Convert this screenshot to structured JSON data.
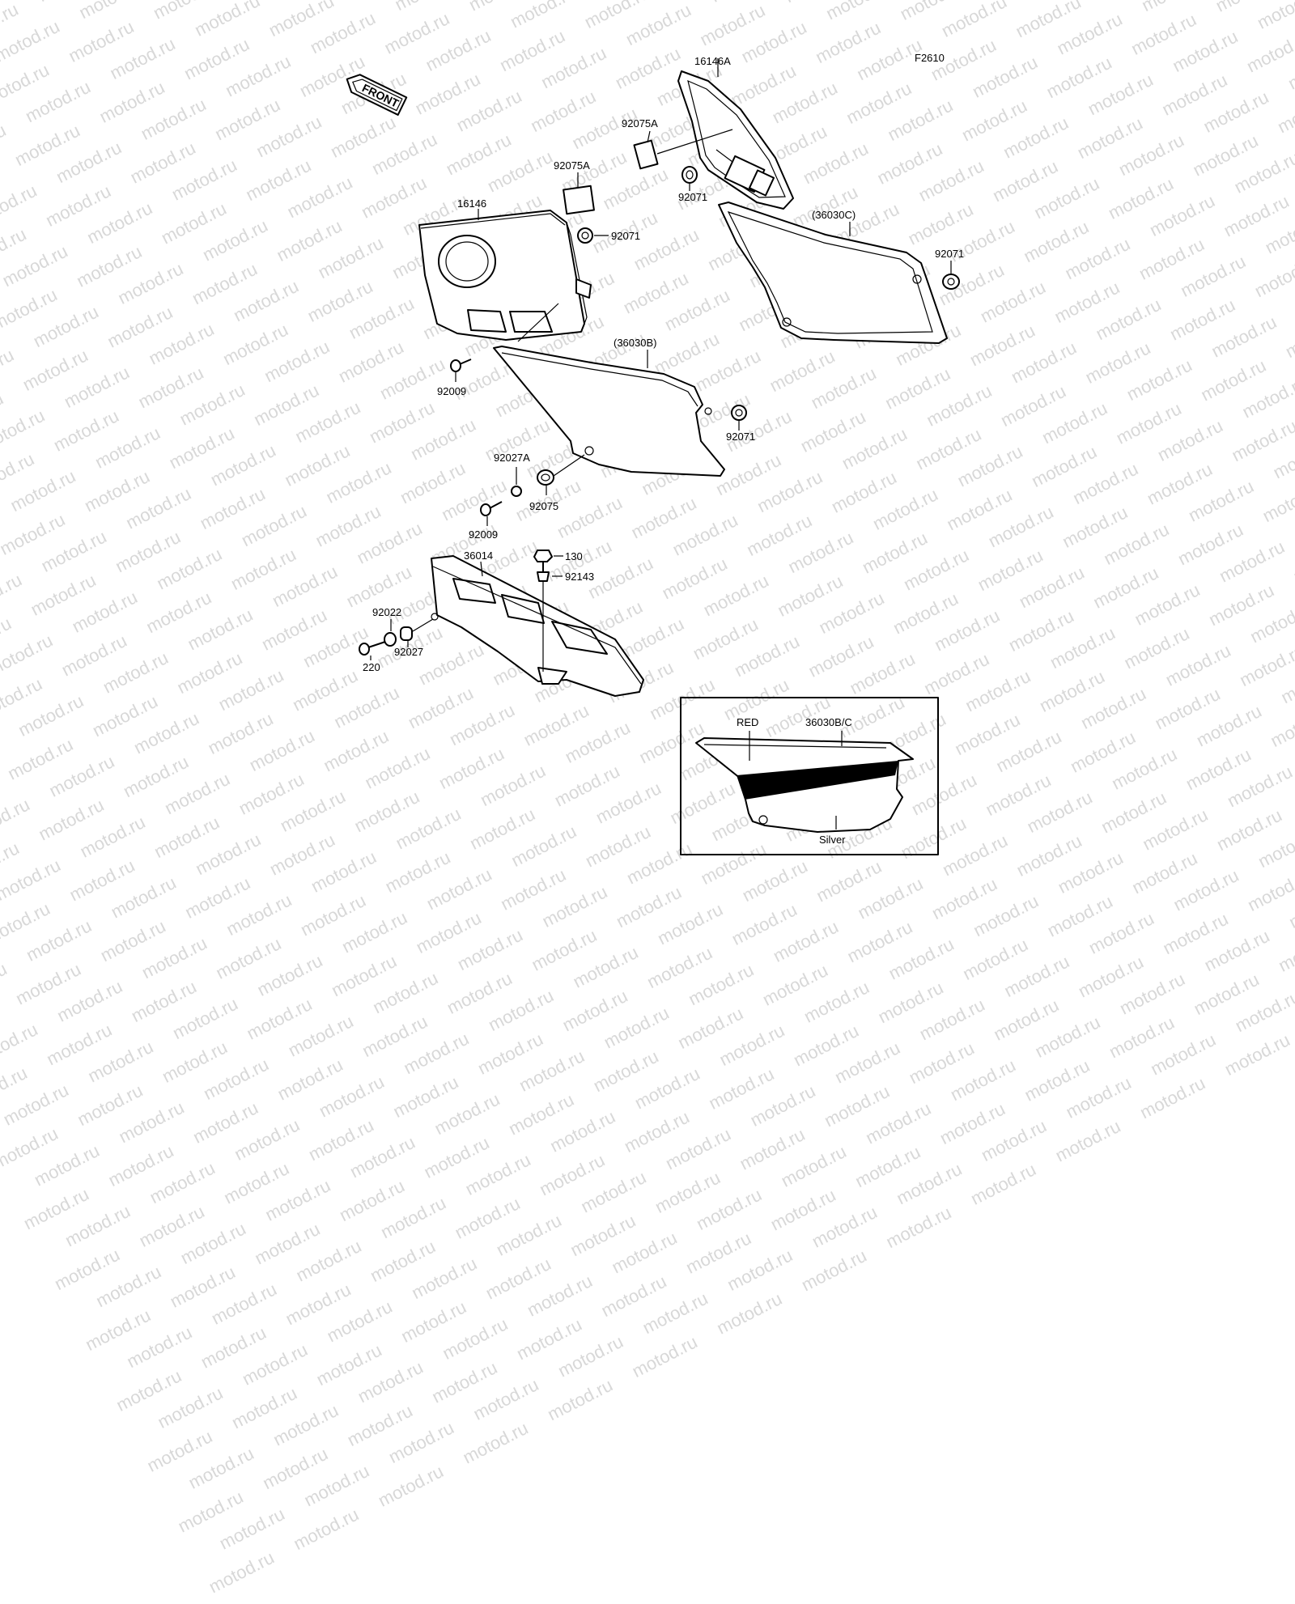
{
  "figure_id": "F2610",
  "front_label": "FRONT",
  "watermark_text": "motod.ru",
  "parts": {
    "p16146A": "16146A",
    "p92075A_top": "92075A",
    "p92071_top": "92071",
    "p36030C": "(36030C)",
    "p92071_right": "92071",
    "p92075A_left": "92075A",
    "p16146": "16146",
    "p92071_left": "92071",
    "p92009_upper": "92009",
    "p36030B": "(36030B)",
    "p92071_mid": "92071",
    "p92027A": "92027A",
    "p92075": "92075",
    "p92009_lower": "92009",
    "p36014": "36014",
    "p130": "130",
    "p92143": "92143",
    "p92022": "92022",
    "p92027": "92027",
    "p220": "220"
  },
  "inset": {
    "red_label": "RED",
    "model_label": "36030B/C",
    "silver_label": "Silver"
  }
}
